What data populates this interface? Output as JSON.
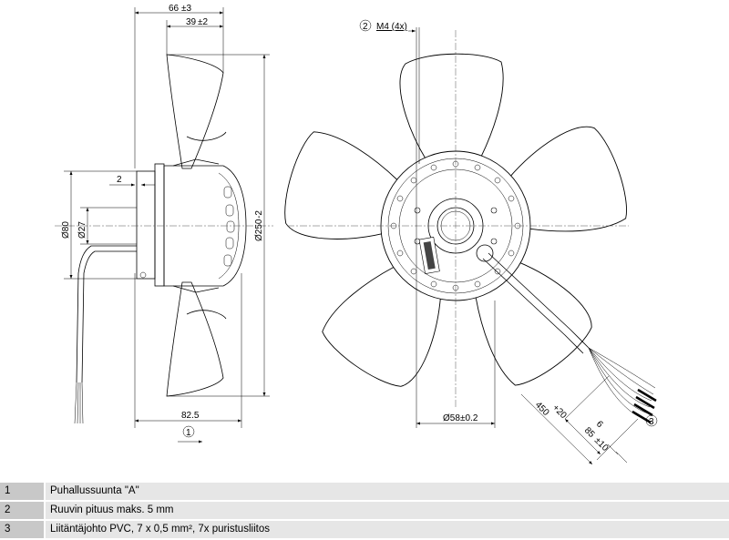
{
  "dimensions": {
    "width_66": "66",
    "width_66_tol": "±3",
    "width_39": "39",
    "width_39_tol": "±2",
    "gap_2": "2",
    "dia_80": "Ø80",
    "dia_27": "Ø27",
    "dia_250": "Ø250",
    "dia_250_tol": "-2",
    "length_82_5": "82.5",
    "dia_58": "Ø58",
    "dia_58_tol": "±0.2",
    "screw_label": "M4 (4x)",
    "cable_450": "450",
    "cable_450_tol": "+20",
    "cable_85": "85",
    "cable_85_tol": "±10",
    "cable_6": "6"
  },
  "callouts": {
    "c1": "1",
    "c2": "2",
    "c3": "3"
  },
  "legend": [
    {
      "num": "1",
      "text": "Puhallussuunta \"A\""
    },
    {
      "num": "2",
      "text": "Ruuvin pituus maks. 5 mm"
    },
    {
      "num": "3",
      "text": "Liitäntäjohto PVC, 7 x 0,5 mm², 7x puristusliitos"
    }
  ]
}
